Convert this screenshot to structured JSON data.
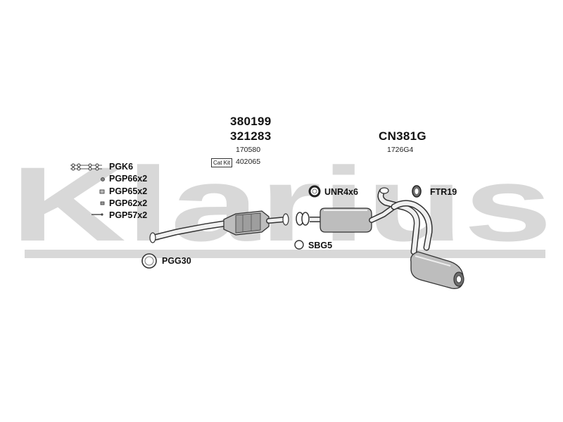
{
  "watermark": {
    "text": "Klarius",
    "color": "#d8d8d8"
  },
  "codes": {
    "code_1": "380199",
    "code_2": "321283",
    "code_3": "170580",
    "catkit_badge": "Cat Kit",
    "catkit_code": "402065",
    "rear_code": "CN381G",
    "rear_sub": "1726G4"
  },
  "parts": {
    "pgk6": "PGK6",
    "pgp66": "PGP66x2",
    "pgp65": "PGP65x2",
    "pgp62": "PGP62x2",
    "pgp57": "PGP57x2",
    "pgg30": "PGG30",
    "unr4x6": "UNR4x6",
    "sbg5": "SBG5",
    "ftr19": "FTR19"
  },
  "icons": [
    "bolt-kit-icon",
    "clamp-ring-icon",
    "gasket-ring-icon",
    "rubber-mount-icon",
    "catalytic-converter-icon",
    "center-silencer-icon",
    "rear-silencer-icon"
  ],
  "colors": {
    "line": "#333333",
    "fill_light": "#f0f0f0",
    "fill_mid": "#bdbdbd",
    "fill_dark": "#6e6e6e"
  }
}
